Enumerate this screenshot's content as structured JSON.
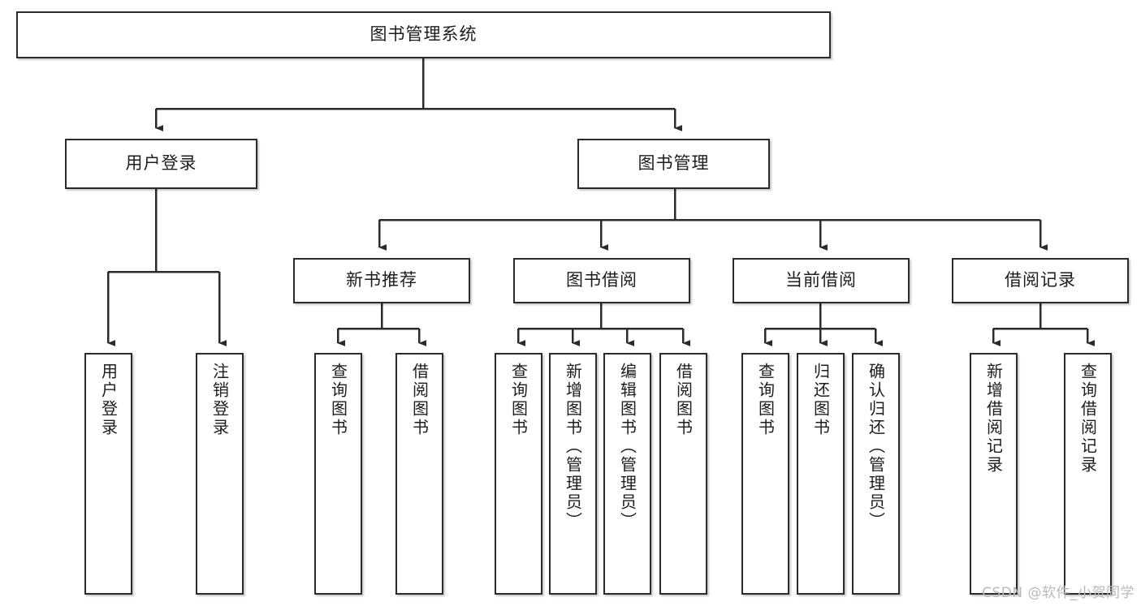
{
  "diagram": {
    "type": "tree-hierarchy",
    "title": "图书管理系统",
    "root": {
      "id": "root",
      "label": "图书管理系统"
    },
    "level2": [
      {
        "id": "user-login",
        "label": "用户登录"
      },
      {
        "id": "book-manage",
        "label": "图书管理"
      }
    ],
    "level3": [
      {
        "id": "new-book-rec",
        "label": "新书推荐",
        "parent": "book-manage"
      },
      {
        "id": "book-borrow",
        "label": "图书借阅",
        "parent": "book-manage"
      },
      {
        "id": "current-borrow",
        "label": "当前借阅",
        "parent": "book-manage"
      },
      {
        "id": "borrow-record",
        "label": "借阅记录",
        "parent": "book-manage"
      }
    ],
    "leaves": [
      {
        "id": "leaf-user-login",
        "label": "用户登录",
        "parent": "user-login"
      },
      {
        "id": "leaf-logout",
        "label": "注销登录",
        "parent": "user-login"
      },
      {
        "id": "leaf-query-book-1",
        "label": "查询图书",
        "parent": "new-book-rec"
      },
      {
        "id": "leaf-borrow-book-1",
        "label": "借阅图书",
        "parent": "new-book-rec"
      },
      {
        "id": "leaf-query-book-2",
        "label": "查询图书",
        "parent": "book-borrow"
      },
      {
        "id": "leaf-add-book",
        "label": "新增图书（管理员）",
        "parent": "book-borrow"
      },
      {
        "id": "leaf-edit-book",
        "label": "编辑图书（管理员）",
        "parent": "book-borrow"
      },
      {
        "id": "leaf-borrow-book-2",
        "label": "借阅图书",
        "parent": "book-borrow"
      },
      {
        "id": "leaf-query-book-3",
        "label": "查询图书",
        "parent": "current-borrow"
      },
      {
        "id": "leaf-return-book",
        "label": "归还图书",
        "parent": "current-borrow"
      },
      {
        "id": "leaf-confirm-return",
        "label": "确认归还（管理员）",
        "parent": "current-borrow"
      },
      {
        "id": "leaf-add-record",
        "label": "新增借阅记录",
        "parent": "borrow-record"
      },
      {
        "id": "leaf-query-record",
        "label": "查询借阅记录",
        "parent": "borrow-record"
      }
    ],
    "watermark": "CSDN @软件_小贺同学",
    "colors": {
      "stroke": "#2b2b2b",
      "fill": "#ffffff",
      "text": "#1d1d1d",
      "watermark": "#b9b9b9"
    }
  }
}
